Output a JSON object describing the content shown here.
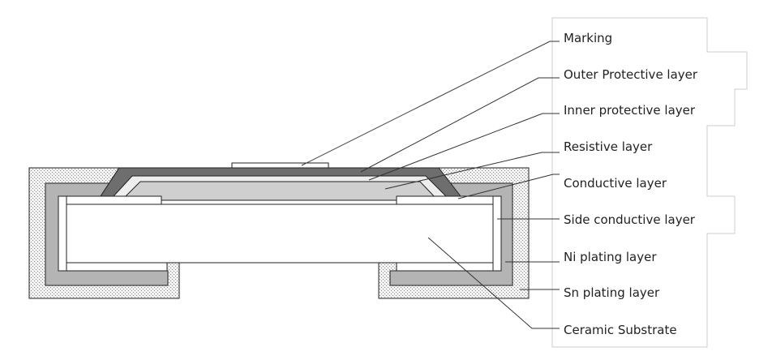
{
  "labels": [
    "Marking",
    "Outer Protective layer",
    "Inner protective layer",
    "Resistive layer",
    "Conductive layer",
    "Side conductive layer",
    "Ni plating layer",
    "Sn plating layer",
    "Ceramic Substrate"
  ],
  "colors": {
    "sn_plating_fill": "#f2f2f2",
    "sn_plating_dots": "#8c8c8c",
    "ni_plating": "#b4b4b4",
    "outer_protective": "#6e6e6e",
    "inner_protective": "#eeeeee",
    "resistive": "#cfcfcf",
    "conductive": "#ffffff",
    "substrate": "#ffffff",
    "outline": "#222222"
  }
}
